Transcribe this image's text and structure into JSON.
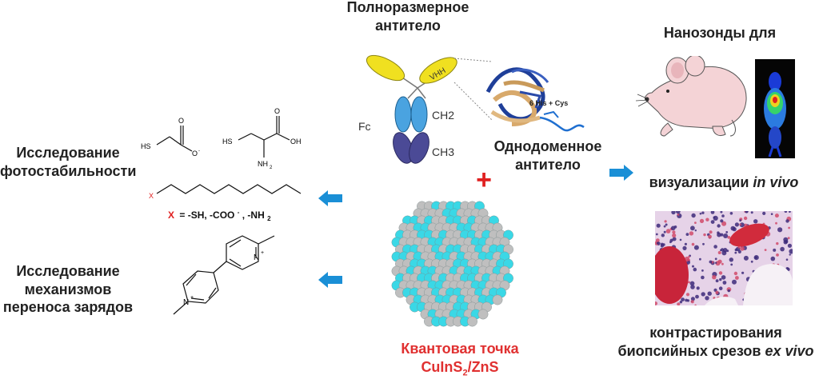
{
  "antibody_section": {
    "full_antibody_line1": "Полноразмерное",
    "full_antibody_line2": "антитело",
    "vhh_label": "VHH",
    "fc_label": "Fc",
    "ch2_label": "CH2",
    "ch3_label": "CH3",
    "his_cys_label": "6 His + Cys",
    "single_domain_line1": "Однодоменное",
    "single_domain_line2": "антитело"
  },
  "quantum_dot": {
    "label_line1": "Квантовая точка",
    "label_line2": "CuInS",
    "label_sub": "2",
    "label_tail": "/ZnS",
    "plus_sign": "+"
  },
  "left_side": {
    "photostability_line1": "Исследование",
    "photostability_line2": "фотостабильности",
    "charge_line1": "Исследование",
    "charge_line2": "механизмов",
    "charge_line3": "переноса зарядов",
    "x_formula_x": "X",
    "x_formula_rest": "= -SH, -COO",
    "x_formula_minus": "-",
    "x_formula_tail": ", -NH",
    "x_formula_sub": "2",
    "chain_x": "X",
    "mol1_hs": "HS",
    "mol1_o_top": "O",
    "mol1_o_minus": "O",
    "mol2_hs": "HS",
    "mol2_o_top": "O",
    "mol2_oh": "OH",
    "mol2_nh2": "NH",
    "mol2_nh2_sub": "2",
    "viologen_n_top": "N",
    "viologen_n_bottom": "N"
  },
  "right_side": {
    "nanoprobes": "Нанозонды для",
    "in_vivo_text": "визуализации ",
    "in_vivo_italic": "in vivo",
    "ex_vivo_line1": "контрастирования",
    "ex_vivo_line2_text": "биопсийных срезов ",
    "ex_vivo_line2_italic": "ex vivo"
  },
  "colors": {
    "arrow_blue": "#1a8fd6",
    "plus_red": "#e02020",
    "qd_label_red": "#e03030",
    "qd_cyan": "#3ad8e6",
    "qd_gray": "#bfbfbf",
    "fab_yellow": "#f0e020",
    "fc_blue": "#4aa3e0",
    "ch3_purple": "#4b4a96",
    "mouse_pink": "#f4d3d6"
  }
}
